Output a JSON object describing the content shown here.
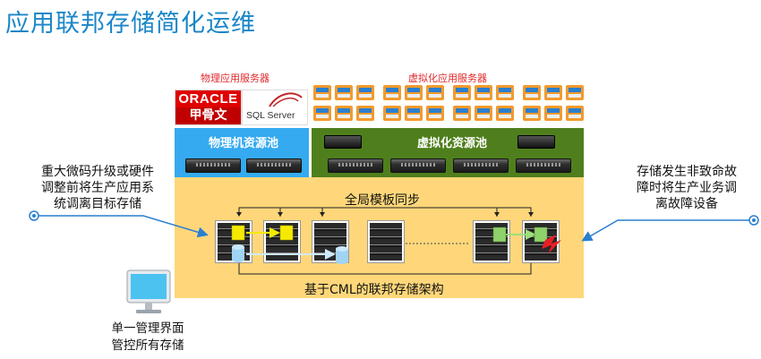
{
  "title": "应用联邦存储简化运维",
  "labels": {
    "physical_servers": "物理应用服务器",
    "virtual_servers": "虚拟化应用服务器"
  },
  "logos": {
    "oracle_top": "ORACLE",
    "oracle_bottom": "甲骨文",
    "sql_server": "SQL Server"
  },
  "pools": {
    "physical": "物理机资源池",
    "virtual": "虚拟化资源池"
  },
  "panel": {
    "sync": "全局模板同步",
    "architecture": "基于CML的联邦存储架构"
  },
  "callouts": {
    "left": [
      "重大微码升级或硬件",
      "调整前将生产应用系",
      "统调离目标存储"
    ],
    "right": [
      "存储发生非致命故",
      "障时将生产业务调",
      "离故障设备"
    ],
    "bottom": [
      "单一管理界面",
      "管控所有存储"
    ]
  },
  "colors": {
    "title": "#1a86c8",
    "label_red": "#e0282a",
    "physical_pool": "#35aaf0",
    "virtual_pool": "#4f7f1d",
    "panel": "#ffd77a",
    "arrow": "#2a7fd0",
    "yellow_block": "#f4ea00",
    "blue_block": "#9fd4f3",
    "green_block": "#8fd16a",
    "fault": "#e81e25"
  },
  "icons": [
    "oracle-logo",
    "sql-server-logo",
    "vm-icon",
    "server-rack-icon",
    "storage-array-icon",
    "monitor-icon",
    "lightning-fault-icon"
  ]
}
